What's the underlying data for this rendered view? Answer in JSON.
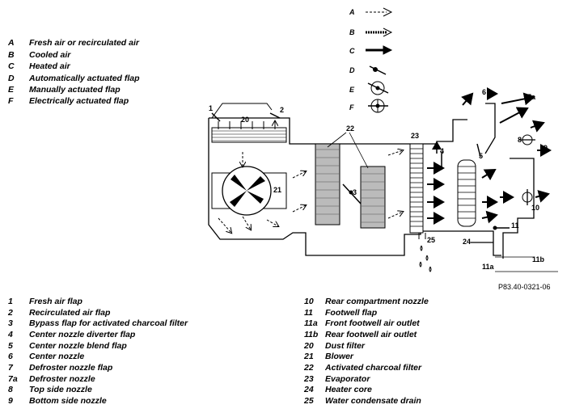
{
  "flow_legend": [
    {
      "key": "A",
      "text": "Fresh air or recirculated air"
    },
    {
      "key": "B",
      "text": "Cooled air"
    },
    {
      "key": "C",
      "text": "Heated air"
    },
    {
      "key": "D",
      "text": "Automatically actuated flap"
    },
    {
      "key": "E",
      "text": " Manually actuated flap"
    },
    {
      "key": "F",
      "text": "Electrically actuated flap"
    }
  ],
  "symbol_keys": [
    "A",
    "B",
    "C",
    "D",
    "E",
    "F"
  ],
  "diagram_labels": {
    "n1": "1",
    "n2": "2",
    "n3": "3",
    "n4": "4",
    "n5": "5",
    "n6": "6",
    "n7a": "7a",
    "n8": "8",
    "n9": "9",
    "n10": "10",
    "n11": "11",
    "n11a": "11a",
    "n11b": "11b",
    "n20": "20",
    "n21": "21",
    "n22": "22",
    "n23": "23",
    "n24": "24",
    "n25": "25"
  },
  "figure_code": "P83.40-0321-06",
  "component_list_left": [
    {
      "num": "1",
      "text": "Fresh air flap"
    },
    {
      "num": "2",
      "text": "Recirculated air flap"
    },
    {
      "num": "3",
      "text": "Bypass flap for activated charcoal filter"
    },
    {
      "num": "4",
      "text": "Center nozzle diverter flap"
    },
    {
      "num": "5",
      "text": "Center nozzle blend flap"
    },
    {
      "num": "6",
      "text": "Center nozzle"
    },
    {
      "num": "7",
      "text": "Defroster nozzle flap"
    },
    {
      "num": "7a",
      "text": "Defroster nozzle"
    },
    {
      "num": "8",
      "text": "Top side nozzle"
    },
    {
      "num": "9",
      "text": "Bottom side nozzle"
    }
  ],
  "component_list_right": [
    {
      "num": "10",
      "text": "Rear compartment nozzle"
    },
    {
      "num": "11",
      "text": "Footwell flap"
    },
    {
      "num": "11a",
      "text": "Front footwell air outlet"
    },
    {
      "num": "11b",
      "text": "Rear footwell air outlet"
    },
    {
      "num": "20",
      "text": "Dust filter"
    },
    {
      "num": "21",
      "text": "Blower"
    },
    {
      "num": "22",
      "text": "Activated charcoal filter"
    },
    {
      "num": "23",
      "text": "Evaporator"
    },
    {
      "num": "24",
      "text": "Heater core"
    },
    {
      "num": "25",
      "text": "Water condensate drain"
    }
  ]
}
